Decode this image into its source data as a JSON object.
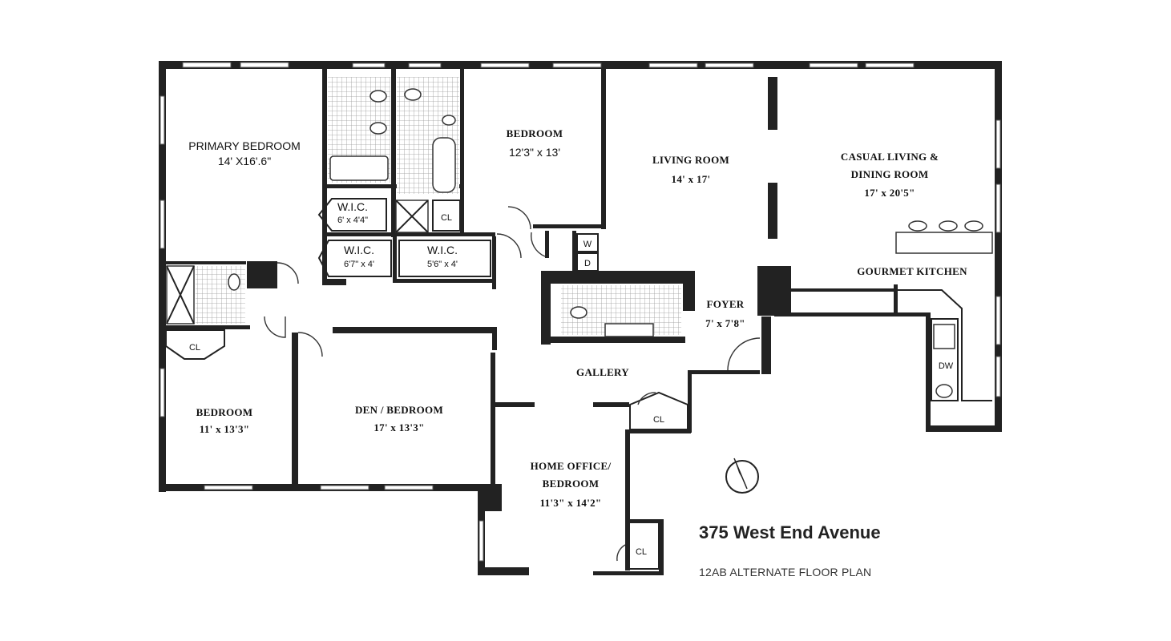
{
  "building": {
    "address": "375 West End Avenue",
    "plan_name": "12AB ALTERNATE FLOOR PLAN"
  },
  "rooms": {
    "primary_bedroom": {
      "name": "PRIMARY BEDROOM",
      "size": "14' X16'.6\""
    },
    "bedroom_north": {
      "name": "BEDROOM",
      "size": "12'3\" x 13'"
    },
    "living_room": {
      "name": "LIVING ROOM",
      "size": "14' x 17'"
    },
    "casual_living": {
      "name_line1": "CASUAL LIVING &",
      "name_line2": "DINING ROOM",
      "size": "17' x 20'5\""
    },
    "gourmet_kitchen": {
      "name": "GOURMET KITCHEN"
    },
    "foyer": {
      "name": "FOYER",
      "size": "7' x 7'8\""
    },
    "gallery": {
      "name": "GALLERY"
    },
    "bedroom_west": {
      "name": "BEDROOM",
      "size": "11' x 13'3\""
    },
    "den_bedroom": {
      "name": "DEN / BEDROOM",
      "size": "17' x 13'3\""
    },
    "home_office": {
      "name_line1": "HOME OFFICE/",
      "name_line2": "BEDROOM",
      "size": "11'3\" x 14'2\""
    },
    "wic_1": {
      "name": "W.I.C.",
      "size": "6' x 4'4\""
    },
    "wic_2": {
      "name": "W.I.C.",
      "size": "6'7\" x 4'"
    },
    "wic_3": {
      "name": "W.I.C.",
      "size": "5'6\" x 4'"
    }
  },
  "small_labels": {
    "closet": "CL",
    "washer": "W",
    "dryer": "D",
    "dishwasher": "DW"
  },
  "icons": {
    "compass": "north-arrow-icon"
  }
}
